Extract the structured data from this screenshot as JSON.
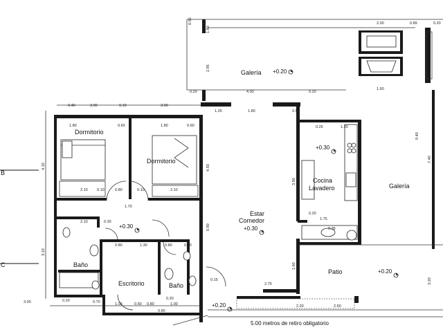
{
  "rooms": {
    "dormitorio_1": "Dormitorio",
    "dormitorio_2": "Dormitorio",
    "estar_1": "Estar",
    "estar_2": "Comedor",
    "galeria_top": "Galería",
    "galeria_right": "Galería",
    "cocina_1": "Cocina",
    "cocina_2": "Lavadero",
    "bano_1": "Baño",
    "bano_2": "Baño",
    "escritorio": "Escritorio",
    "patio": "Patio"
  },
  "levels": {
    "galeria_top": "+0.20",
    "cocina": "+0.30",
    "hall": "+0.30",
    "estar": "+0.30",
    "patio": "+0.20",
    "front": "+0.20"
  },
  "section_markers": {
    "b": "B",
    "c": "C"
  },
  "note": "5.00 metros de retiro obligatorio",
  "dims": {
    "d_040": "0.40",
    "d_300a": "3.00",
    "d_010a": "0.10",
    "d_300b": "3.00",
    "d_180a": "1.80",
    "d_060a": "0.60",
    "d_180b": "1.80",
    "d_060b": "0.60",
    "d_210a": "2.10",
    "d_010b": "0.10",
    "d_080a": "0.80",
    "d_010c": "0.10",
    "d_210b": "2.10",
    "d_170": "1.70",
    "d_210c": "2.10",
    "d_030a": "0.30",
    "d_080b": "0.80",
    "d_130": "1.30",
    "d_080c": "0.80",
    "d_080d": "0.80",
    "d_100a": "1.00",
    "d_050": "0.50",
    "d_080e": "0.80",
    "d_100b": "1.00",
    "d_020a": "0.20",
    "d_080f": "0.80",
    "d_300c": "3.00",
    "d_020b": "0.20",
    "d_070": "0.70",
    "d_430": "4.30",
    "d_020c": "0.20",
    "d_020d": "0.20",
    "d_125": "1.25",
    "d_180c": "1.80",
    "d_050b": "0.50",
    "d_200": "2.00",
    "d_089": "0.89",
    "d_020e": "0.20",
    "d_160": "1.60",
    "d_120": "1.20",
    "d_025": "0.25",
    "d_175": "1.75",
    "d_020f": "0.20",
    "d_035": "0.35",
    "d_275": "2.75",
    "d_220": "2.20",
    "d_260": "2.60",
    "d_015": "0.15",
    "v_410": "4.10",
    "v_450": "4.50",
    "v_295": "2.95",
    "v_740": "7.40",
    "v_940": "9.40",
    "v_310": "3.10",
    "v_390": "3.90",
    "v_320": "3.20",
    "v_160": "1.60",
    "v_090": "0.90",
    "v_180": "1.80",
    "v_055": "0.55"
  }
}
